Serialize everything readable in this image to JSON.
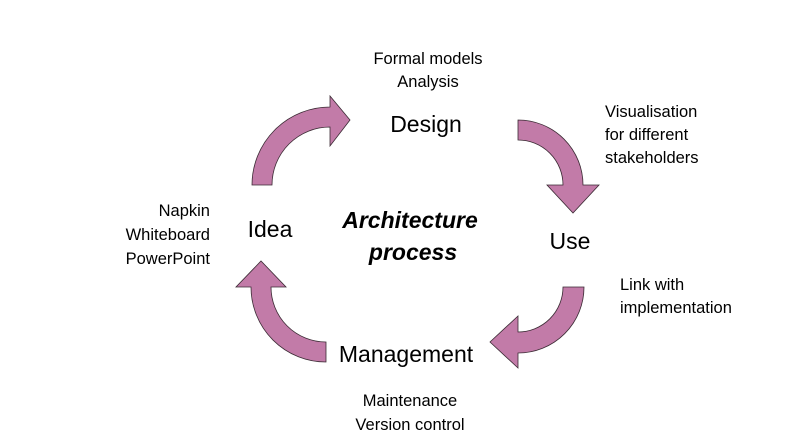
{
  "title": [
    "Architecture",
    "process"
  ],
  "stages": {
    "design": "Design",
    "use": "Use",
    "management": "Management",
    "idea": "Idea"
  },
  "notes": {
    "design": [
      "Formal models",
      "Analysis"
    ],
    "use_top": [
      "Visualisation",
      "for different",
      "stakeholders"
    ],
    "use_bottom": [
      "Link with",
      "implementation"
    ],
    "management": [
      "Maintenance",
      "Version control"
    ],
    "idea": [
      "Napkin",
      "Whiteboard",
      "PowerPoint"
    ]
  },
  "colors": {
    "arrow": "#c27ba8"
  }
}
